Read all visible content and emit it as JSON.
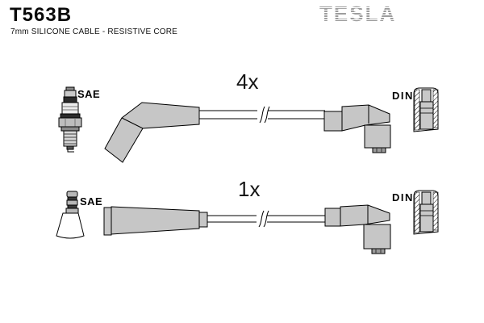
{
  "header": {
    "part_number": "T563B",
    "description": "7mm SILICONE CABLE - RESISTIVE CORE",
    "brand": "TESLA"
  },
  "kit": {
    "rows": [
      {
        "quantity": "4x",
        "plug_end_standard": "SAE",
        "distributor_end_standard": "DIN",
        "plug_boot_style": "angled elbow boot",
        "left_icon": "spark-plug",
        "right_icon": "din-terminal-cross-section"
      },
      {
        "quantity": "1x",
        "plug_end_standard": "SAE",
        "distributor_end_standard": "DIN",
        "plug_boot_style": "straight boot",
        "left_icon": "coil-boot-cone",
        "right_icon": "din-terminal-cross-section"
      }
    ]
  },
  "colors": {
    "boot_fill": "#c6c6c6",
    "outline": "#000000",
    "logo_gray": "#9d9d9d",
    "dark_band": "#2b2b2b",
    "background": "#ffffff"
  }
}
